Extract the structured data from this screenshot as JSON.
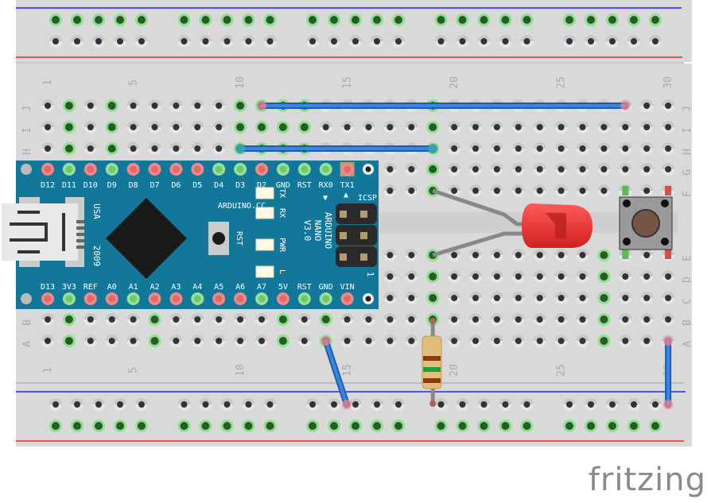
{
  "app": {
    "name": "Fritzing",
    "view": "Breadboard view",
    "logo_text": "fritzing"
  },
  "breadboard": {
    "columns": 30,
    "column_labels": [
      "1",
      "5",
      "10",
      "15",
      "20",
      "25",
      "30"
    ],
    "row_labels_top": [
      "J",
      "I",
      "H",
      "G",
      "F"
    ],
    "row_labels_bottom": [
      "E",
      "D",
      "C",
      "B",
      "A"
    ],
    "colors": {
      "board": "#d9d9d9",
      "hole": "#333333",
      "hole_ring": "#c8c8c8",
      "connected_ring": "#8fe08f",
      "connected_hole": "#2a5a2a",
      "rail_blue": "#0000ff",
      "rail_red": "#ff0000"
    },
    "connected_columns_top": [
      2,
      4,
      10,
      11,
      12,
      13,
      19
    ],
    "connected_columns_bottom": [
      2,
      6,
      12,
      14,
      19,
      27
    ]
  },
  "arduino": {
    "name": "Arduino Nano",
    "silkscreen": [
      "ARDUINO",
      "NANO",
      "V3.0"
    ],
    "site": "ARDUINO.CC",
    "origin": "USA",
    "year": "2009",
    "icsp_label": "ICSP",
    "reset_label": "RST",
    "leds": [
      "TX",
      "RX",
      "PWR",
      "L"
    ],
    "top_pins": [
      "D12",
      "D11",
      "D10",
      "D9",
      "D8",
      "D7",
      "D6",
      "D5",
      "D4",
      "D3",
      "D2",
      "GND",
      "RST",
      "RX0",
      "TX1"
    ],
    "bottom_pins": [
      "D13",
      "3V3",
      "REF",
      "A0",
      "A1",
      "A2",
      "A3",
      "A4",
      "A5",
      "A6",
      "A7",
      "5V",
      "RST",
      "GND",
      "VIN"
    ],
    "top_pin_connected": [
      false,
      true,
      false,
      true,
      false,
      false,
      false,
      false,
      true,
      true,
      false,
      true,
      true,
      true,
      false
    ],
    "bottom_pin_connected": [
      false,
      true,
      false,
      false,
      true,
      false,
      false,
      true,
      false,
      false,
      true,
      false,
      true,
      true,
      false
    ],
    "board_color": "#13779a"
  },
  "components": {
    "led": {
      "name": "Red LED",
      "color": "#e03030"
    },
    "button": {
      "name": "Pushbutton"
    },
    "resistor": {
      "name": "Resistor",
      "bands": [
        "brown",
        "green",
        "brown"
      ]
    }
  },
  "wires": [
    {
      "name": "wire-j11-j28",
      "color": "#3a86d8"
    },
    {
      "name": "wire-h10-h19",
      "color": "#3a86d8"
    },
    {
      "name": "wire-a14-rail",
      "color": "#3a86d8"
    },
    {
      "name": "wire-a30-rail",
      "color": "#3a86d8"
    }
  ]
}
